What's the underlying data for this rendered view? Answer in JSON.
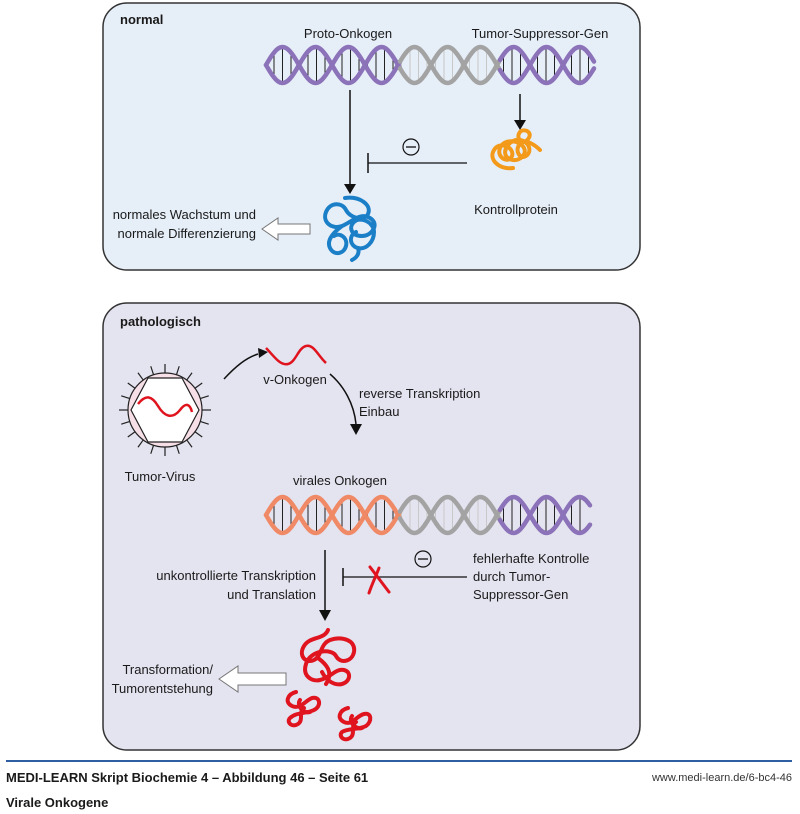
{
  "panels": {
    "normal": {
      "title": "normal",
      "gene_labels": {
        "proto_oncogene": "Proto-Onkogen",
        "tumor_suppressor": "Tumor-Suppressor-Gen"
      },
      "dna_segments": [
        "purple",
        "gray",
        "purple"
      ],
      "inhibition_symbol": "⊖",
      "control_protein_label": "Kontrollprotein",
      "outcome_label": [
        "normales Wachstum und",
        "normale Differenzierung"
      ]
    },
    "pathologic": {
      "title": "pathologisch",
      "virus_label": "Tumor-Virus",
      "v_oncogene_label": "v-Onkogen",
      "process_label": [
        "reverse Transkription",
        "Einbau"
      ],
      "viral_oncogene_label": "virales Onkogen",
      "dna_segments": [
        "salmon",
        "gray",
        "purple"
      ],
      "transcription_label": [
        "unkontrollierte Transkription",
        "und Translation"
      ],
      "inhibition_symbol": "⊖",
      "faulty_control_label": [
        "fehlerhafte Kontrolle",
        "durch Tumor-",
        "Suppressor-Gen"
      ],
      "outcome_label": [
        "Transformation/",
        "Tumorentstehung"
      ]
    }
  },
  "colors": {
    "normal_bg": "#e6eef8",
    "pathologic_bg": "#e4e3f0",
    "purple": "#8b72b9",
    "gray": "#a3a3a3",
    "salmon": "#f08a66",
    "blue_protein": "#1b7fc8",
    "orange_protein": "#f39a1a",
    "red": "#e0141e",
    "virus_fill": "#f7dfe8",
    "footer_line": "#2f5fa3"
  },
  "footer": {
    "title": "MEDI-LEARN Skript Biochemie 4 – Abbildung 46 – Seite 61",
    "url": "www.medi-learn.de/6-bc4-46",
    "subtitle": "Virale Onkogene"
  }
}
